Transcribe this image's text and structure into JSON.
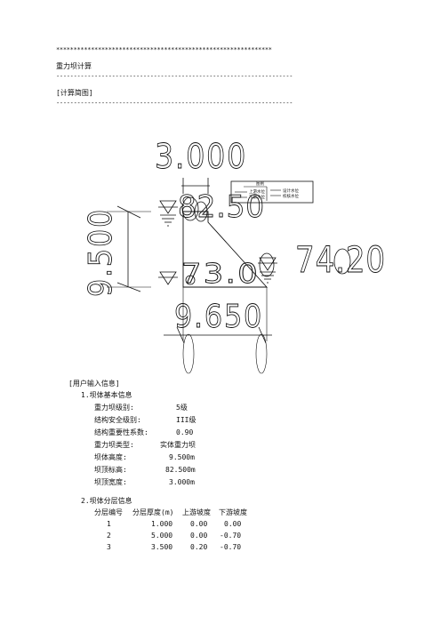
{
  "header": {
    "rule_stars": "**************************************************************",
    "title": "重力坝计算",
    "rule_dash_1": "--------------------------------------------------------------------",
    "diagram_section": "[计算简图]",
    "rule_dash_2": "--------------------------------------------------------------------"
  },
  "drawing": {
    "crest_width": "3.000",
    "height": "9.500",
    "base_width": "9.650",
    "crest_elev_overlap": "82.50",
    "base_elev_overlap": "73.0",
    "right_label": "74.20",
    "legend": {
      "title": "图例",
      "items": [
        "上游水位",
        "下游水位",
        "设计水位",
        "校核水位"
      ]
    }
  },
  "input": {
    "section_title": "[用户输入信息]",
    "basic": {
      "heading": "1.坝体基本信息",
      "rows": [
        {
          "label": "重力坝级别:",
          "value": "5级"
        },
        {
          "label": "结构安全级别:",
          "value": "III级"
        },
        {
          "label": "结构重要性系数:",
          "value": "0.90"
        },
        {
          "label": "重力坝类型:",
          "value": "实体重力坝"
        },
        {
          "label": "坝体高度:",
          "value": "9.500m"
        },
        {
          "label": "坝顶标高:",
          "value": "82.500m"
        },
        {
          "label": "坝顶宽度:",
          "value": "3.000m"
        }
      ]
    },
    "layers": {
      "heading": "2.坝体分层信息",
      "columns": [
        "分层编号",
        "分层厚度(m)",
        "上游坡度",
        "下游坡度"
      ],
      "rows": [
        [
          "1",
          "1.000",
          "0.00",
          "0.00"
        ],
        [
          "2",
          "5.000",
          "0.00",
          "-0.70"
        ],
        [
          "3",
          "3.500",
          "0.20",
          "-0.70"
        ]
      ]
    }
  }
}
